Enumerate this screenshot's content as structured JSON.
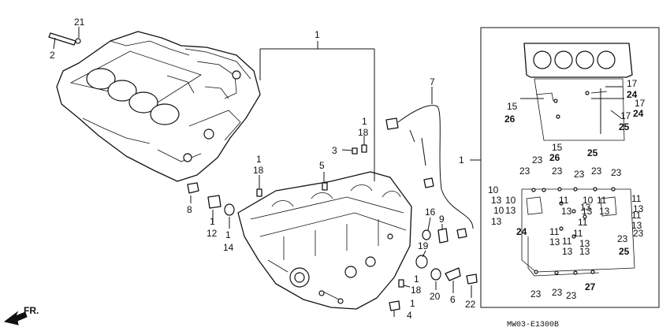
{
  "diagram": {
    "code": "MW03-E1300B",
    "direction": "FR.",
    "callouts": {
      "c1_main": "1",
      "c1_kit": "1",
      "c1_a": "1",
      "c1_b": "1",
      "c1_c": "1",
      "c1_d": "1",
      "c2": "2",
      "c3": "3",
      "c4": "4",
      "c5": "5",
      "c6": "6",
      "c7": "7",
      "c8": "8",
      "c9": "9",
      "c12": "12",
      "c14": "14",
      "c16": "16",
      "c18_a": "18",
      "c18_b": "18",
      "c18_c": "18",
      "c19": "19",
      "c20": "20",
      "c21": "21",
      "c22": "22"
    },
    "kit": {
      "r15a": "15",
      "r26a": "26",
      "r15b": "15",
      "r26b": "26",
      "r17a": "17",
      "r24a": "24",
      "r17b": "17",
      "r24b": "24",
      "r17c": "17",
      "r25a": "25",
      "r25b": "25",
      "b23_1": "23",
      "b23_2": "23",
      "b23_3": "23",
      "b23_4": "23",
      "b23_5": "23",
      "b23_6": "23",
      "b10_1": "10",
      "b13_1": "13",
      "b10_2": "10",
      "b13_2": "13",
      "b10_3": "10",
      "b13_3": "13",
      "b13_4": "13",
      "b11_1": "11",
      "b13_5": "13",
      "b13_6": "13",
      "b11_2": "11",
      "b10_4": "10",
      "b13_7": "13",
      "b11_3": "11",
      "b13_8": "13",
      "b11_4": "11",
      "b13_9": "13",
      "b11_5": "11",
      "b13_10": "13",
      "b11_6": "11",
      "b13_11": "13",
      "b11_7": "11",
      "b13_12": "13",
      "b13_13": "13",
      "b11_8": "11",
      "b13_14": "13",
      "b24": "24",
      "b23_7": "23",
      "b23_8": "23",
      "b25": "25",
      "b23_9": "23",
      "b23_10": "23",
      "b23_11": "23",
      "b27": "27"
    }
  }
}
